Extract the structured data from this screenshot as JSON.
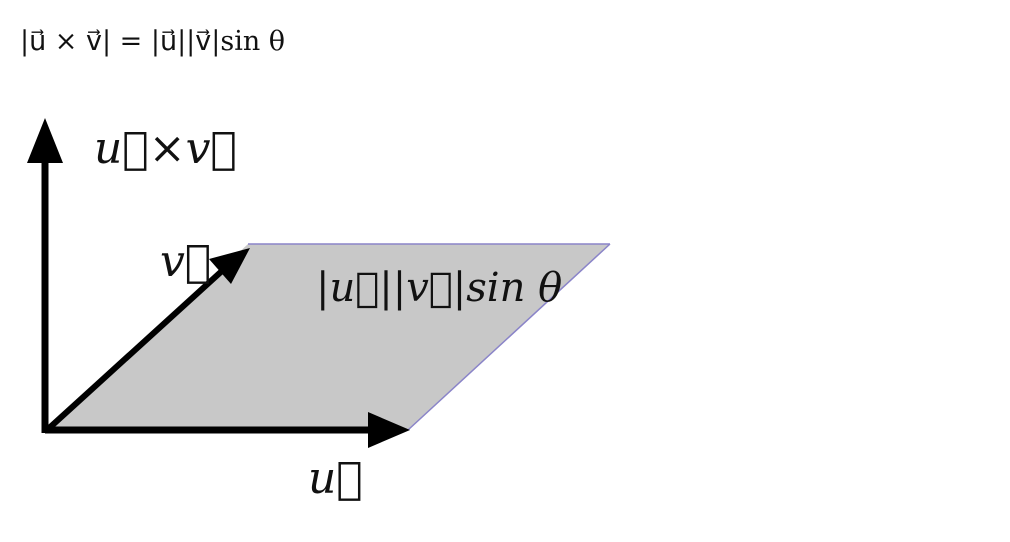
{
  "formula": "|u⃗ × v⃗| = |u⃗||v⃗|sin θ",
  "labels": {
    "cross": "u⃗×v⃗",
    "v": "v⃗",
    "u": "u⃗",
    "area": "|u⃗||v⃗|sin θ"
  },
  "colors": {
    "parallelogram_fill": "#c8c8c8",
    "parallelogram_edge": "#8a84c8",
    "vector": "#000000"
  }
}
